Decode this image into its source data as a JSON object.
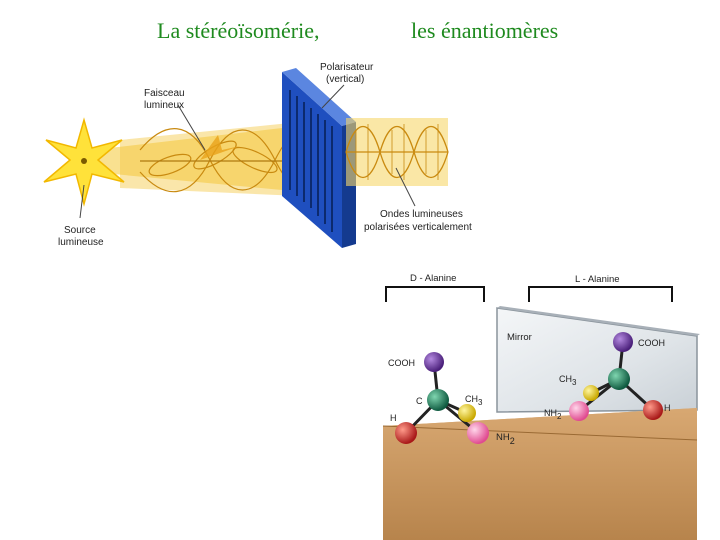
{
  "title": {
    "left": "La stéréoïsomérie,",
    "right": "les énantiomères"
  },
  "polarization": {
    "source_label_1": "Source",
    "source_label_2": "lumineuse",
    "beam_label_1": "Faisceau",
    "beam_label_2": "lumineux",
    "polarizer_label_1": "Polarisateur",
    "polarizer_label_2": "(vertical)",
    "waves_label_1": "Ondes lumineuses",
    "waves_label_2": "polarisées verticalement"
  },
  "alanine": {
    "d_label": "D - Alanine",
    "l_label": "L - Alanine",
    "mirror_label": "Mirror",
    "d_cooh": "COOH",
    "d_c": "C",
    "d_h": "H",
    "d_ch3": "CH",
    "d_ch3_sub": "3",
    "d_nh2": "NH",
    "d_nh2_sub": "2",
    "l_cooh": "COOH",
    "l_ch3": "CH",
    "l_ch3_sub": "3",
    "l_nh2": "NH",
    "l_nh2_sub": "2",
    "l_h": "H"
  },
  "colors": {
    "title": "#1e8a1e",
    "polarizer": "#1f4fbf",
    "beam": "#f5c842",
    "star": "#ffe23a",
    "table": "#c9965e",
    "atom_cooh": "#5a2a8a",
    "atom_c": "#1f7a5a",
    "atom_h": "#d62828",
    "atom_ch3": "#f2d20a",
    "atom_nh2": "#f06aa8"
  }
}
